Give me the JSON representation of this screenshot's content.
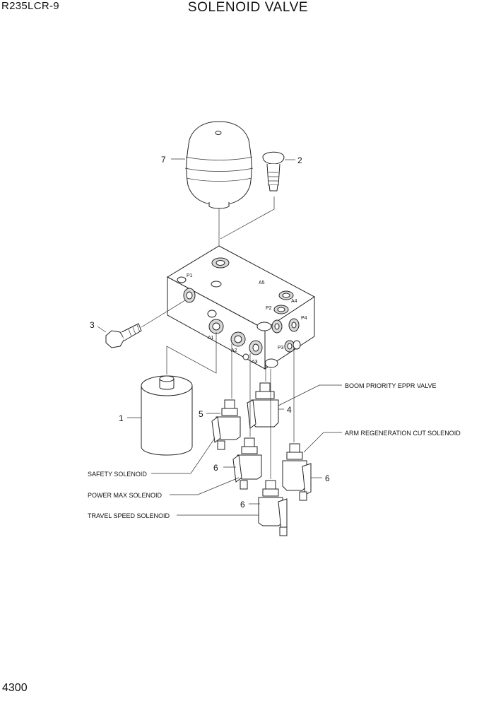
{
  "header": {
    "model": "R235LCR-9",
    "title": "SOLENOID VALVE"
  },
  "footer": {
    "page_number": "4300"
  },
  "part_numbers": {
    "p1": "1",
    "p2": "2",
    "p3": "3",
    "p4": "4",
    "p5": "5",
    "p6a": "6",
    "p6b": "6",
    "p6c": "6",
    "p7": "7"
  },
  "port_labels": {
    "p1": "P1",
    "p2": "P2",
    "p3": "P3",
    "p4": "P4",
    "a1": "A1",
    "a2": "A2",
    "a3": "A3",
    "a4": "A4",
    "a5": "A5"
  },
  "callouts": {
    "boom_priority": "BOOM PRIORITY EPPR VALVE",
    "arm_regen": "ARM REGENERATION CUT SOLENOID",
    "safety": "SAFETY SOLENOID",
    "power_max": "POWER MAX SOLENOID",
    "travel_speed": "TRAVEL SPEED SOLENOID"
  }
}
